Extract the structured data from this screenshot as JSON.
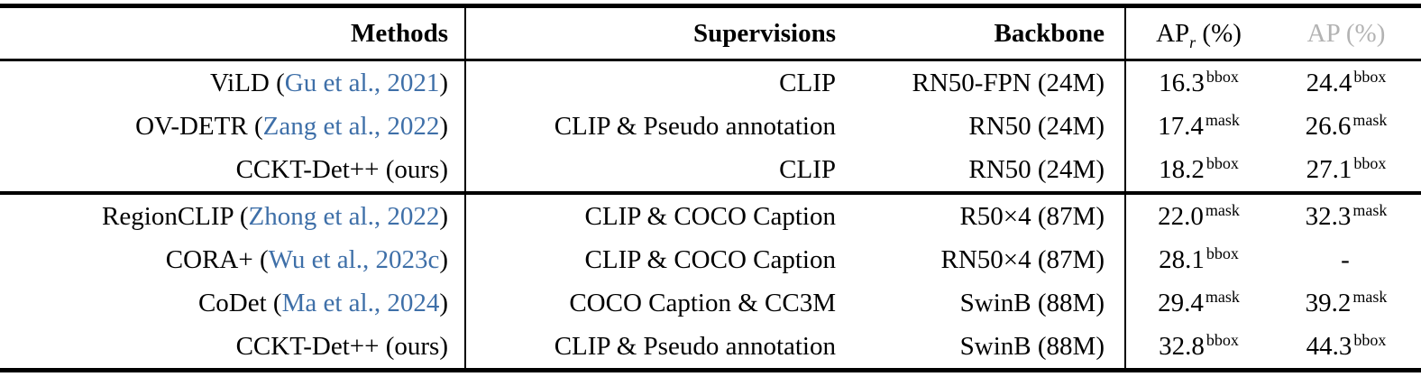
{
  "colors": {
    "citation_link": "#3e6fa8",
    "muted_header": "#b3b3b3",
    "text": "#000000",
    "rule": "#000000"
  },
  "header": {
    "methods": "Methods",
    "supervisions": "Supervisions",
    "backbone": "Backbone",
    "ap_r": {
      "base": "AP",
      "sub": "r",
      "unit": "(%)"
    },
    "ap": {
      "base": "AP",
      "unit": "(%)"
    }
  },
  "groups": [
    {
      "rows": [
        {
          "method": {
            "prefix": "ViLD (",
            "citation": "Gu et al., 2021",
            "suffix": ")"
          },
          "supervision": "CLIP",
          "backbone": "RN50-FPN (24M)",
          "ap_r": {
            "value": "16.3",
            "sup": "bbox"
          },
          "ap": {
            "value": "24.4",
            "sup": "bbox"
          }
        },
        {
          "method": {
            "prefix": "OV-DETR (",
            "citation": "Zang et al., 2022",
            "suffix": ")"
          },
          "supervision": "CLIP & Pseudo annotation",
          "backbone": "RN50 (24M)",
          "ap_r": {
            "value": "17.4",
            "sup": "mask"
          },
          "ap": {
            "value": "26.6",
            "sup": "mask"
          }
        },
        {
          "method": {
            "prefix": "CCKT-Det++ (ours)",
            "citation": "",
            "suffix": ""
          },
          "supervision": "CLIP",
          "backbone": "RN50 (24M)",
          "ap_r": {
            "value": "18.2",
            "sup": "bbox"
          },
          "ap": {
            "value": "27.1",
            "sup": "bbox"
          }
        }
      ]
    },
    {
      "rows": [
        {
          "method": {
            "prefix": "RegionCLIP (",
            "citation": "Zhong et al., 2022",
            "suffix": ")"
          },
          "supervision": "CLIP & COCO Caption",
          "backbone": "R50×4 (87M)",
          "ap_r": {
            "value": "22.0",
            "sup": "mask"
          },
          "ap": {
            "value": "32.3",
            "sup": "mask"
          }
        },
        {
          "method": {
            "prefix": "CORA+ (",
            "citation": "Wu et al., 2023c",
            "suffix": ")"
          },
          "supervision": "CLIP & COCO Caption",
          "backbone": "RN50×4 (87M)",
          "ap_r": {
            "value": "28.1",
            "sup": "bbox"
          },
          "ap": {
            "value": "-",
            "sup": ""
          }
        },
        {
          "method": {
            "prefix": "CoDet (",
            "citation": "Ma et al., 2024",
            "suffix": ")"
          },
          "supervision": "COCO Caption & CC3M",
          "backbone": "SwinB (88M)",
          "ap_r": {
            "value": "29.4",
            "sup": "mask"
          },
          "ap": {
            "value": "39.2",
            "sup": "mask"
          }
        },
        {
          "method": {
            "prefix": "CCKT-Det++ (ours)",
            "citation": "",
            "suffix": ""
          },
          "supervision": "CLIP & Pseudo annotation",
          "backbone": "SwinB (88M)",
          "ap_r": {
            "value": "32.8",
            "sup": "bbox"
          },
          "ap": {
            "value": "44.3",
            "sup": "bbox"
          }
        }
      ]
    }
  ]
}
